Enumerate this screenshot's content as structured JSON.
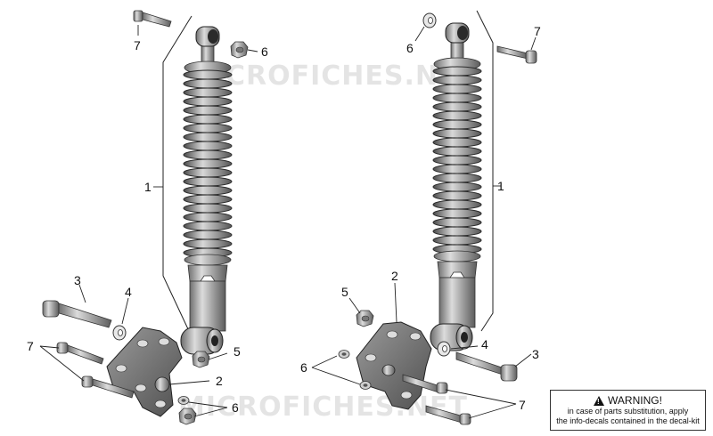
{
  "diagram": {
    "watermark": "MICROFICHES.NET",
    "callouts": {
      "left_shock": "1",
      "right_shock": "1",
      "left_bracket": "2",
      "right_bracket": "2",
      "left_long_bolt": "3",
      "right_long_bolt": "3",
      "left_washer": "4",
      "right_washer": "4",
      "left_nut_bottom": "5",
      "right_nut": "5",
      "left_top_nut": "6",
      "right_top_nut": "6",
      "left_bottom_nuts": "6",
      "right_bracket_nuts": "6",
      "left_top_bolt": "7",
      "right_top_bolt": "7",
      "left_bracket_bolts": "7",
      "right_bracket_bolts": "7"
    }
  },
  "warning": {
    "title": "WARNING!",
    "line1": "in case of parts substitution, apply",
    "line2": "the info-decals contained in the decal-kit"
  }
}
